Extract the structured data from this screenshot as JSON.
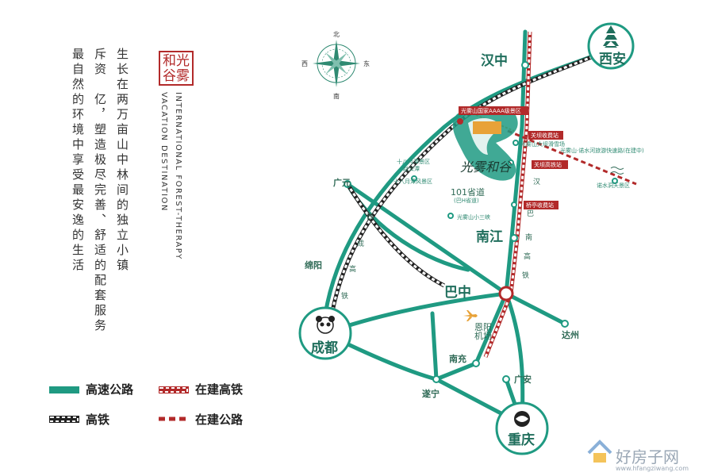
{
  "intro": {
    "col1": "生长在两万亩山中林间的独立小镇",
    "col2": "斥资　亿，塑造极尽完善、舒适的配套服务",
    "col3": "最自然的环境中享受最安逸的生活",
    "seal_text": "和光谷雾",
    "english_line1": "INTERNATIONAL FOREST-THERAPY",
    "english_line2": "VACATION DESTINATION"
  },
  "compass": {
    "north": "北",
    "south": "南",
    "east": "东",
    "west": "西"
  },
  "map": {
    "colors": {
      "highway": "#1f9a82",
      "railway": "#222222",
      "construction": "#b22a2a",
      "water": "#1f9a82"
    },
    "cities": {
      "hanzhong": "汉中",
      "xian": "西安",
      "guangyuan": "广元",
      "nanjiang": "南江",
      "mianyang": "绵阳",
      "bazhong": "巴中",
      "chengdu": "成都",
      "dazhou": "达州",
      "nanchong": "南充",
      "guangan": "广安",
      "suining": "遂宁",
      "chongqing": "重庆"
    },
    "pois": {
      "shibayue1": "十八月潭景区",
      "shibayue1_sub": "赵公潭",
      "shibayue2": "十八月潭风景区",
      "route101": "101省道",
      "route101_sub": "(巴H省道)",
      "xiaosanxia": "光雾山小三峡",
      "daba": "光雾山大坝滑雪场",
      "nuoshui": "诺水洞天景区",
      "airport_line1": "恩阳",
      "airport_line2": "机场",
      "logo": "光雾和谷"
    },
    "tags": {
      "park": "光雾山国家AAAA级景区",
      "guanba_toll": "关坝收费站",
      "guanba_rail": "关坝高铁站",
      "qiaoting_toll": "桥亭收费站"
    },
    "expressway_note": "光雾山·诺水河旅游快速路(在建中)",
    "rail_labels": {
      "xi": "西",
      "cheng": "成",
      "gao": "高",
      "tie": "铁",
      "han": "汉",
      "ba": "巴",
      "nan": "南",
      "gao2": "高",
      "tie2": "铁"
    }
  },
  "legend": {
    "highway": "高速公路",
    "railway": "高铁",
    "rail_construction": "在建高铁",
    "road_construction": "在建公路"
  },
  "watermark": {
    "name": "好房子网",
    "url": "www.hfangziwang.com"
  }
}
